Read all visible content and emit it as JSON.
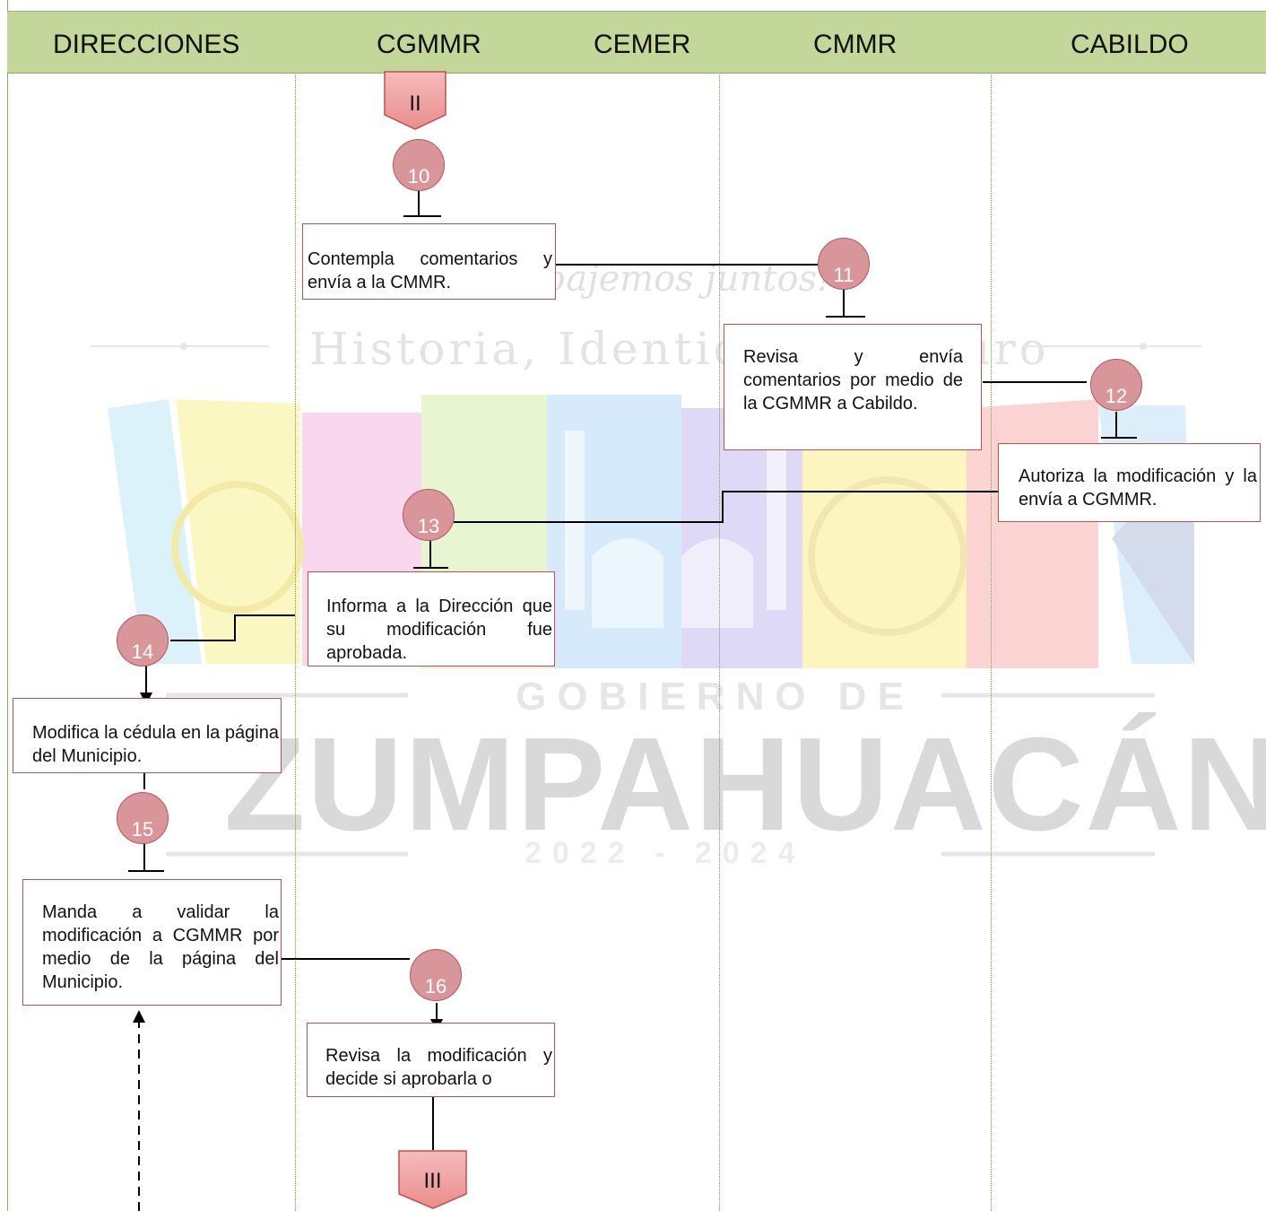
{
  "lanes": {
    "direcciones": "DIRECCIONES",
    "cgmmr": "CGMMR",
    "cemer": "CEMER",
    "cmmr": "CMMR",
    "cabildo": "CABILDO"
  },
  "connectors": {
    "top": "II",
    "bottom": "III"
  },
  "steps": [
    {
      "num": "10",
      "text": "Contempla comentarios y envía a la CMMR."
    },
    {
      "num": "11",
      "text": "Revisa y envía comentarios por medio de la CGMMR a Cabildo."
    },
    {
      "num": "12",
      "text": "Autoriza la modificación y la envía a CGMMR."
    },
    {
      "num": "13",
      "text": "Informa a la Dirección que su modificación fue aprobada."
    },
    {
      "num": "14",
      "text": "Modifica la cédula en la página del Municipio."
    },
    {
      "num": "15",
      "text": "Manda a validar la modificación a CGMMR por medio de la página del Municipio."
    },
    {
      "num": "16",
      "text": "Revisa la modificación y decide si aprobarla o"
    }
  ],
  "watermark": {
    "slogan": "¡Trabajemos juntos!",
    "subtitle": "Historia, Identidad y Futuro",
    "gobierno": "GOBIERNO DE",
    "municipio": "ZUMPAHUACÁN",
    "period": "2022 - 2024"
  }
}
